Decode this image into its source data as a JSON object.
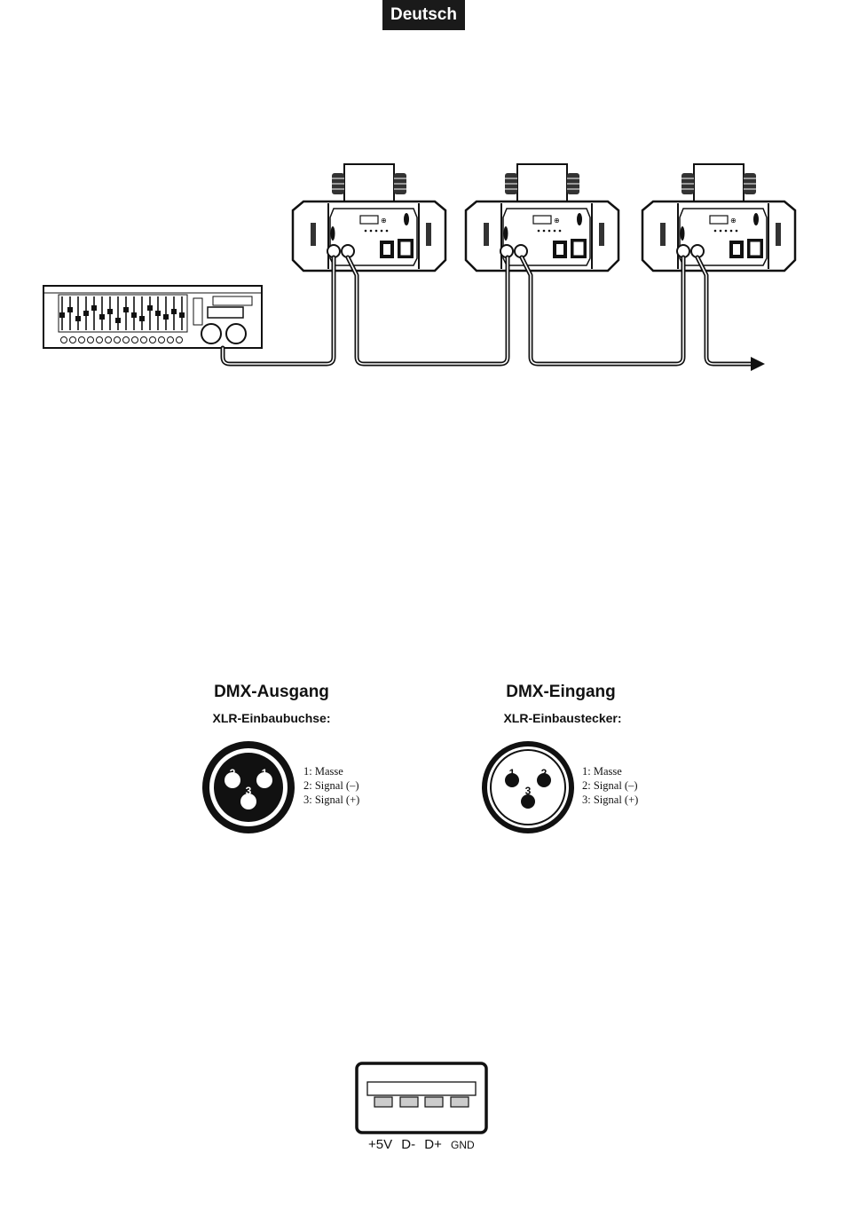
{
  "header": {
    "language_badge": "Deutsch"
  },
  "dmx_output": {
    "title": "DMX-Ausgang",
    "subtitle": "XLR-Einbaubuchse:",
    "pins": [
      "1: Masse",
      "2: Signal (–)",
      "3: Signal (+)"
    ],
    "pin_numbers": [
      "2",
      "1",
      "3"
    ]
  },
  "dmx_input": {
    "title": "DMX-Eingang",
    "subtitle": "XLR-Einbaustecker:",
    "pins": [
      "1: Masse",
      "2: Signal (–)",
      "3: Signal (+)"
    ],
    "pin_numbers": [
      "1",
      "2",
      "3"
    ]
  },
  "usb": {
    "pins": [
      "+5V",
      "D-",
      "D+",
      "GND"
    ]
  },
  "colors": {
    "ink": "#111111",
    "badge_bg": "#1a1a1a",
    "paper": "#ffffff",
    "pad": "#cccccc"
  }
}
